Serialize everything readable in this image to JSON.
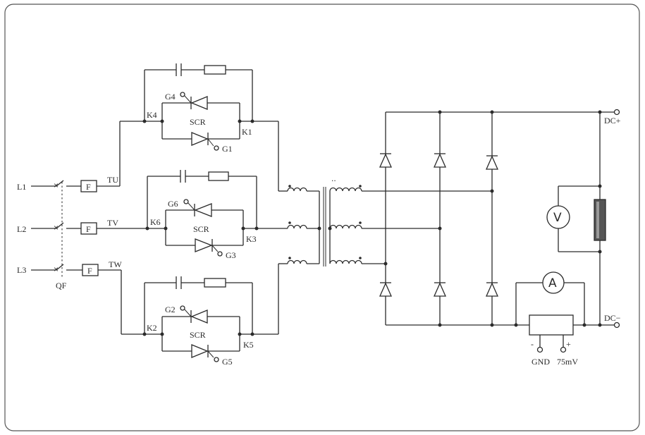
{
  "diagram": {
    "inputs": [
      "L1",
      "L2",
      "L3"
    ],
    "breaker_label": "QF",
    "fuse_label": "F",
    "phase_labels": [
      "TU",
      "TV",
      "TW"
    ],
    "scr_label": "SCR",
    "thyristor_labels": {
      "k4": "K4",
      "k1": "K1",
      "g4": "G4",
      "g1": "G1",
      "k6": "K6",
      "k3": "K3",
      "g6": "G6",
      "g3": "G3",
      "k2": "K2",
      "k5": "K5",
      "g2": "G2",
      "g5": "G5"
    },
    "output_labels": {
      "dc_plus": "DC+",
      "dc_minus": "DC−"
    },
    "meters": {
      "voltmeter": "V",
      "ammeter": "A"
    },
    "shunt": {
      "minus": "-",
      "plus": "+",
      "gnd": "GND",
      "mv": "75mV"
    },
    "transformer_mark": ".."
  }
}
